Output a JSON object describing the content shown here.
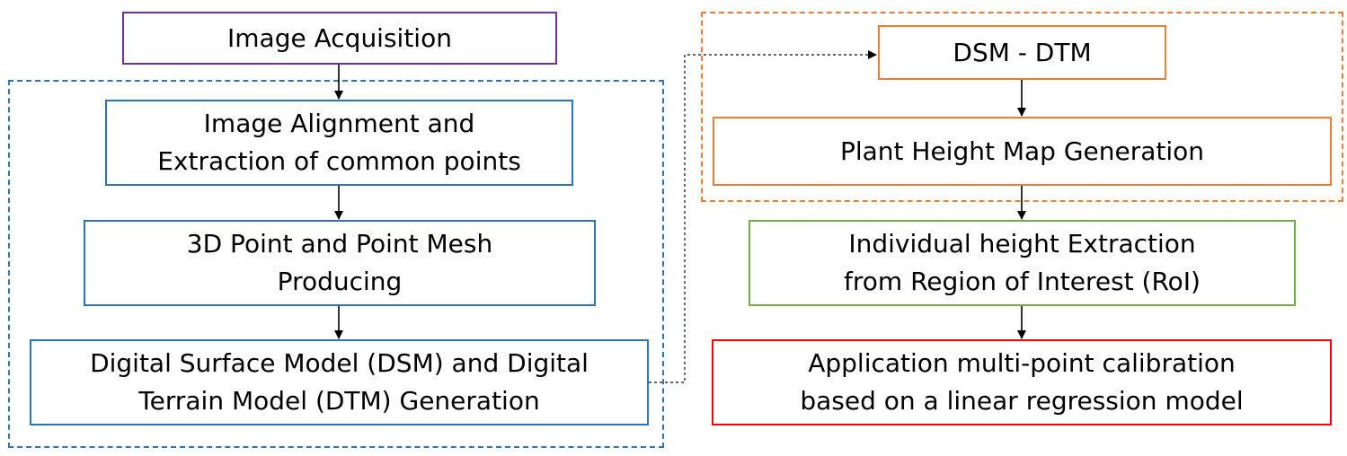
{
  "colors": {
    "acquisition": "#7030A0",
    "photogrammetry": "#2E75B6",
    "height_map": "#ED7D31",
    "extraction": "#70AD47",
    "calibration": "#FF0000",
    "arrow": "#000000",
    "connector": "#333333"
  },
  "nodes": {
    "acquisition": {
      "lines": [
        "Image Acquisition"
      ]
    },
    "alignment": {
      "lines": [
        "Image Alignment and",
        "Extraction of common points"
      ]
    },
    "point_mesh": {
      "lines": [
        "3D Point and Point Mesh",
        "Producing"
      ]
    },
    "dsm_dtm": {
      "lines": [
        "Digital Surface Model (DSM) and Digital",
        "Terrain Model (DTM) Generation"
      ]
    },
    "dsm_minus_dtm": {
      "lines": [
        "DSM - DTM"
      ]
    },
    "height_map": {
      "lines": [
        "Plant Height Map Generation"
      ]
    },
    "individual_height": {
      "lines": [
        "Individual height Extraction",
        "from Region of Interest (RoI)"
      ]
    },
    "calibration": {
      "lines": [
        "Application multi-point calibration",
        "based on a linear regression model"
      ]
    }
  }
}
